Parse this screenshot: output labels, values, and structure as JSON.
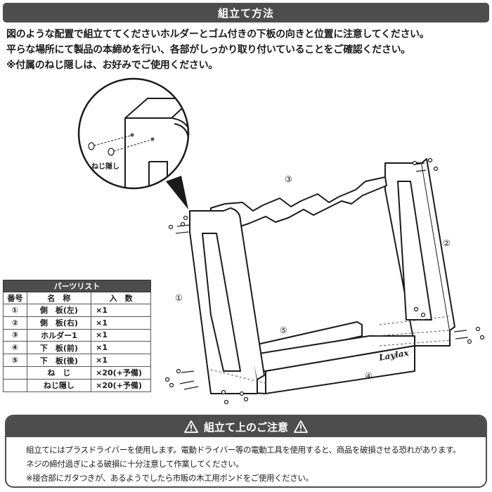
{
  "header": {
    "title": "組立て方法"
  },
  "intro": {
    "lines": [
      "図のような配置で組立ててくださいホルダーとゴム付きの下板の向きと位置に注意してください。",
      "平らな場所にて製品の本締めを行い、各部がしっかり取り付いていることをご確認ください。",
      "※付属のねじ隠しは、お好みでご使用ください。"
    ]
  },
  "diagram": {
    "callout_label": "ねじ隠し",
    "part_labels": [
      "①",
      "②",
      "③",
      "④",
      "⑤"
    ],
    "brand_mark": "Laylax"
  },
  "parts_list": {
    "title": "パーツリスト",
    "headers": [
      "番号",
      "名　称",
      "入　数"
    ],
    "rows": [
      {
        "no": "①",
        "name": "側　板(左)",
        "qty": "×1"
      },
      {
        "no": "②",
        "name": "側　板(右)",
        "qty": "×1"
      },
      {
        "no": "③",
        "name": "ホルダー1",
        "qty": "×1"
      },
      {
        "no": "④",
        "name": "下　板(前)",
        "qty": "×1"
      },
      {
        "no": "⑤",
        "name": "下　板(後)",
        "qty": "×1"
      },
      {
        "no": "",
        "name": "ね　じ",
        "qty": "×20(+予備)"
      },
      {
        "no": "",
        "name": "ねじ隠し",
        "qty": "×20(+予備)"
      }
    ]
  },
  "caution": {
    "title": "組立て上のご注意",
    "lines": [
      "組立てにはプラスドライバーを使用します。電動ドライバー等の電動工具を使用すると、商品を破損させる恐れがあります。",
      "ネジの締付過ぎによる破損に十分注意して作業してください。",
      "※接合部にガタつきが、あるようでしたら市販の木工用ボンドをご使用ください。"
    ]
  },
  "colors": {
    "header_bg": "#4d4d4d",
    "line": "#1a1a1a",
    "text": "#1a1a1a"
  },
  "icons": {
    "warning": "warning-triangle-icon"
  }
}
